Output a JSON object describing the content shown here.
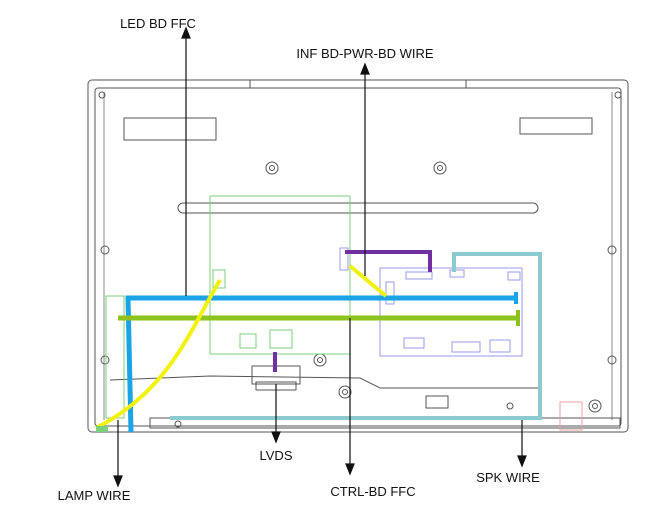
{
  "labels": {
    "led_bd_ffc": "LED BD FFC",
    "inf_bd_pwr_bd_wire": "INF BD-PWR-BD WIRE",
    "lvds": "LVDS",
    "ctrl_bd_ffc": "CTRL-BD FFC",
    "spk_wire": "SPK WIRE",
    "lamp_wire": "LAMP WIRE"
  },
  "colors": {
    "outline": "#555555",
    "board_green": "#7ccf7c",
    "board_blue": "#9a9ae8",
    "led_ffc_blue": "#1aa3e6",
    "ctrl_ffc_green": "#8dc21f",
    "lamp_wire_yellow": "#f2f20f",
    "lvds_purple": "#7030a0",
    "spk_wire_teal": "#8ccad0",
    "arrow": "#111111"
  }
}
